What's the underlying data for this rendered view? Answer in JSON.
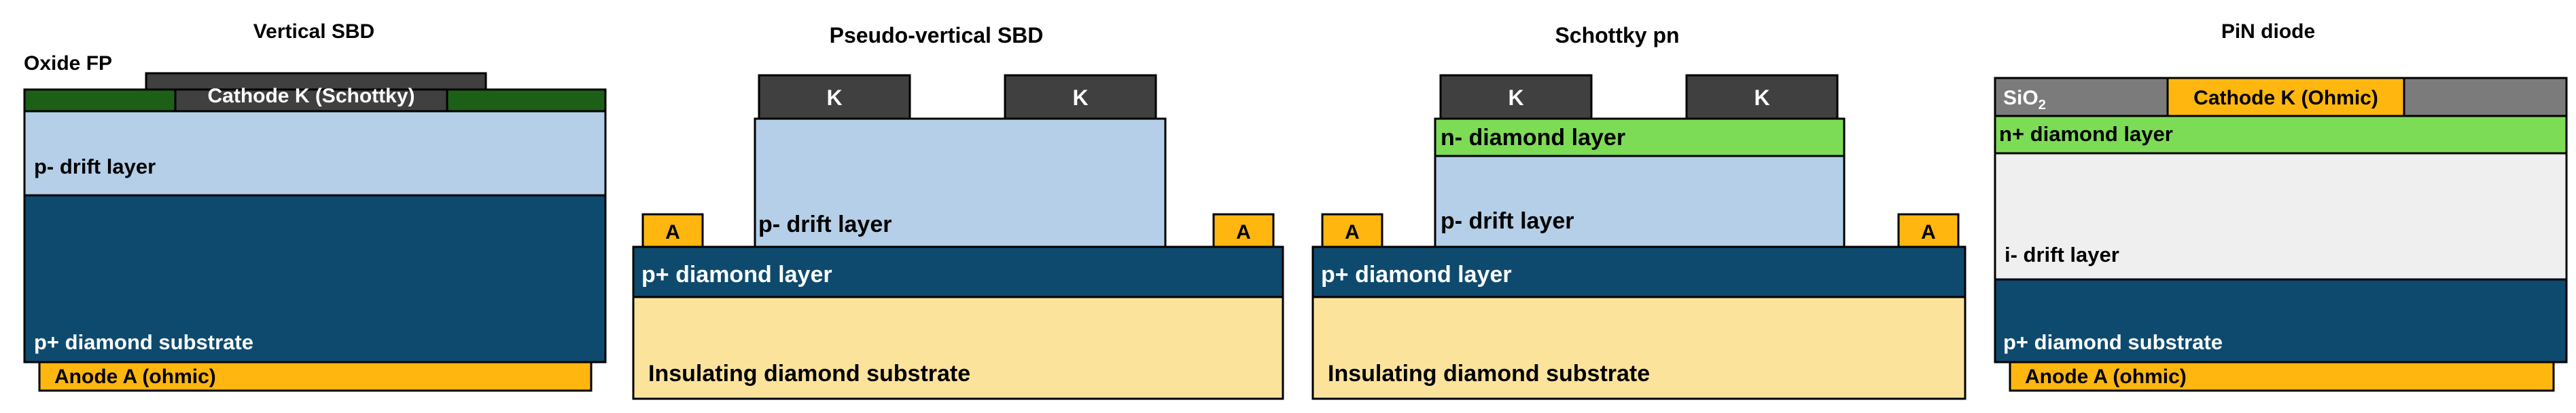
{
  "colors": {
    "p_plus": "#0D4A6E",
    "p_minus": "#B4CFE7",
    "insulating": "#FBE39C",
    "anode": "#FFB70F",
    "contact": "#404040",
    "oxide_fp": "#1C6017",
    "n_layer": "#7DDC55",
    "sio2": "#7B7B7B",
    "i_layer": "#EFEFEF",
    "outline": "#000000",
    "text_dark": "#000000",
    "text_light": "#FFFFFF"
  },
  "panels": {
    "vertical_sbd": {
      "title": "Vertical SBD",
      "oxide_fp": "Oxide FP",
      "cathode": "Cathode K (Schottky)",
      "drift": "p- drift layer",
      "substrate": "p+ diamond substrate",
      "anode": "Anode A (ohmic)"
    },
    "pseudo_vertical_sbd": {
      "title": "Pseudo-vertical SBD",
      "cathode_left": "K",
      "cathode_right": "K",
      "anode_left": "A",
      "anode_right": "A",
      "drift": "p- drift layer",
      "p_plus_layer": "p+ diamond layer",
      "substrate": "Insulating diamond substrate"
    },
    "schottky_pn": {
      "title": "Schottky pn",
      "cathode_left": "K",
      "cathode_right": "K",
      "n_layer": "n- diamond layer",
      "anode_left": "A",
      "anode_right": "A",
      "drift": "p- drift layer",
      "p_plus_layer": "p+ diamond layer",
      "substrate": "Insulating diamond substrate"
    },
    "pin_diode": {
      "title": "PiN diode",
      "sio2_main": "SiO",
      "sio2_sub": "2",
      "cathode": "Cathode K (Ohmic)",
      "n_plus_layer": "n+ diamond layer",
      "drift": "i- drift layer",
      "substrate": "p+ diamond substrate",
      "anode": "Anode A (ohmic)"
    }
  }
}
